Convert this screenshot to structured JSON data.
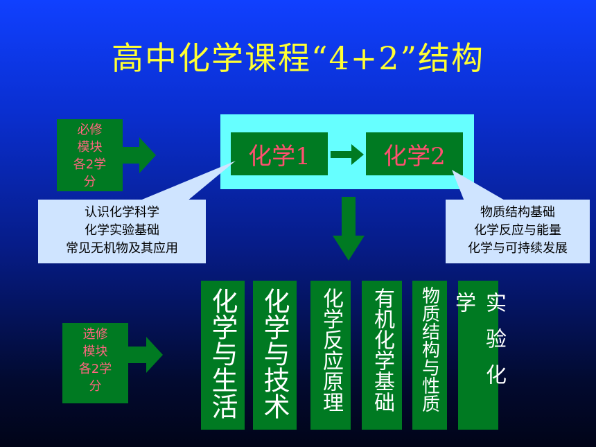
{
  "title": "高中化学课程“4+2”结构",
  "compulsory": {
    "label_lines": [
      "必修",
      "模块",
      "各2学",
      "分"
    ],
    "modules": [
      "化学1",
      "化学2"
    ],
    "callout_left": [
      "认识化学科学",
      "化学实验基础",
      "常见无机物及其应用"
    ],
    "callout_right": [
      "物质结构基础",
      "化学反应与能量",
      "化学与可持续发展"
    ]
  },
  "elective": {
    "label_lines": [
      "选修",
      "模块",
      "各2学",
      "分"
    ],
    "modules": [
      "化学与生活",
      "化学与技术",
      "化学反应原理",
      "有机化学基础",
      "物质结构与性质",
      "实验化学"
    ]
  },
  "colors": {
    "title": "#ffff33",
    "box_green": "#007a22",
    "highlight_cyan": "#66ffff",
    "module_text_red": "#ff5070",
    "callout_bg": "#cfe4ff"
  }
}
